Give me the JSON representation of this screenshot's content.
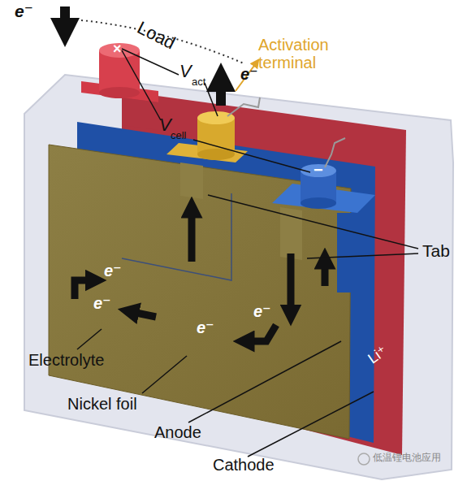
{
  "diagram": {
    "labels": [
      "e⁻",
      "Load",
      "Activation terminal",
      "V",
      "act",
      "e⁻",
      "V",
      "cell",
      "×",
      "−",
      "Tab",
      "e⁻",
      "e⁻",
      "e⁻",
      "e⁻",
      "Li⁺",
      "Electrolyte",
      "Nickel foil",
      "Anode",
      "Cathode",
      "低温锂电池应用"
    ]
  }
}
